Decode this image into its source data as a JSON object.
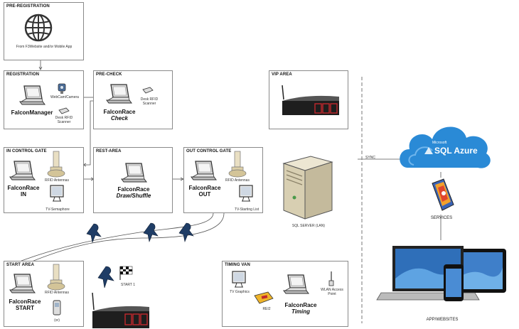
{
  "boxes": {
    "pre_registration": {
      "title": "PRE-REGISTRATION",
      "caption": "From F3Website and/or Mobile App"
    },
    "registration": {
      "title": "REGISTRATION",
      "main": "FalconManager",
      "webcam": "WebCam/Camera",
      "rfid_desk": "Desk RFID Scanner"
    },
    "pre_check": {
      "title": "PRE-CHECK",
      "main": "FalconRace",
      "sub": "Check",
      "rfid_desk": "Desk RFID Scanner"
    },
    "vip_area": {
      "title": "VIP AREA"
    },
    "in_control_gate": {
      "title": "IN CONTROL GATE",
      "main": "FalconRace",
      "sub": "IN",
      "antennas": "RFID Antennas",
      "tv": "TV-Semaphore"
    },
    "rest_area": {
      "title": "REST-AREA",
      "main": "FalconRace",
      "sub": "Draw/Shuffle"
    },
    "out_control_gate": {
      "title": "OUT CONTROL GATE",
      "main": "FalconRace",
      "sub": "OUT",
      "antennas": "RFID Antennas",
      "tv": "TV-Starting List"
    },
    "start_area": {
      "title": "START AREA",
      "main": "FalconRace",
      "sub": "START",
      "antennas": "RFID Antennas",
      "or": "(or)"
    },
    "timing_van": {
      "title": "TIMING VAN",
      "tv": "TV Graphics",
      "rei2": "REI2",
      "wlan": "WLAN Access Point",
      "main": "FalconRace",
      "sub": "Timing"
    }
  },
  "server": {
    "label": "SQL SERVER (LAN)"
  },
  "sync": {
    "label": "SYNC"
  },
  "cloud": {
    "brand": "Microsoft",
    "name": "SQL Azure"
  },
  "services": {
    "label": "SERVICES"
  },
  "devices": {
    "label": "APP/WEBSITES"
  },
  "start1": {
    "label": "START 1"
  },
  "colors": {
    "box_border": "#8a8a8a",
    "cloud": "#2a8ad6",
    "display_red": "#c0282d"
  }
}
